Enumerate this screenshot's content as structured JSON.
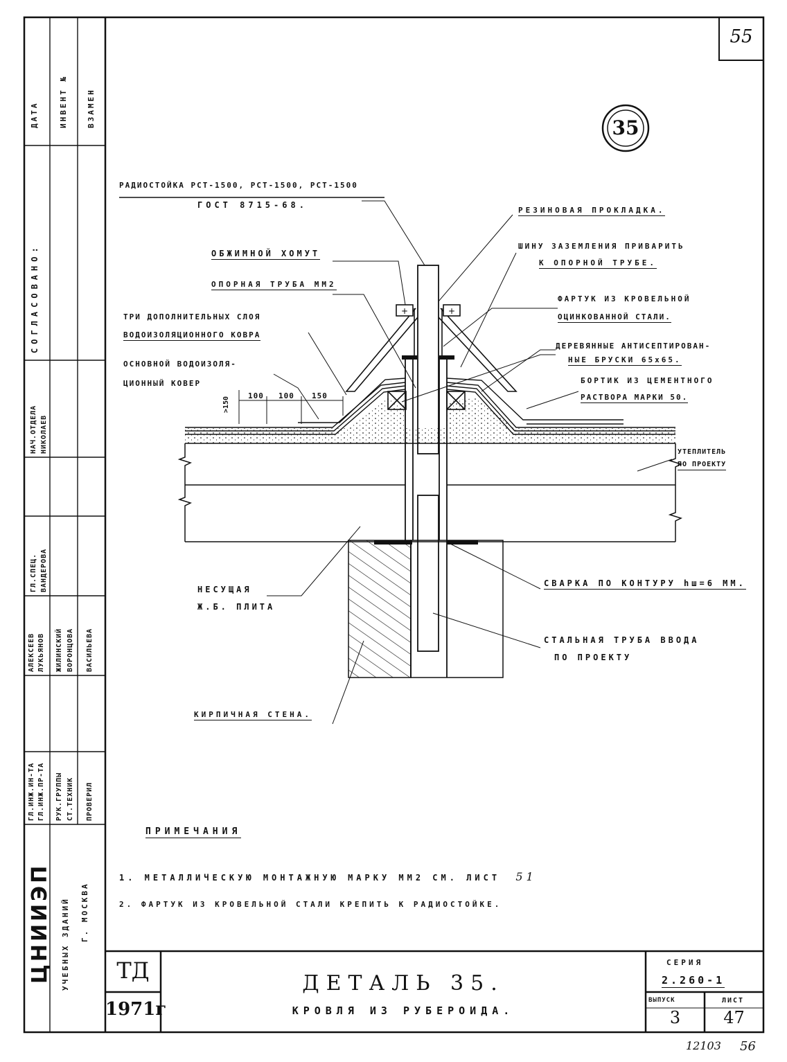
{
  "sheet_corner_number": "55",
  "detail_marker": "35",
  "callouts": {
    "rack": "РАДИОСТОЙКА РСТ-1500, РСТ-1500, РСТ-1500",
    "rack_gost": "ГОСТ 8715-68.",
    "rubber_gasket": "РЕЗИНОВАЯ ПРОКЛАДКА.",
    "clamp": "ОБЖИМНОЙ ХОМУТ",
    "ground_bus_1": "ШИНУ ЗАЗЕМЛЕНИЯ ПРИВАРИТЬ",
    "ground_bus_2": "К ОПОРНОЙ ТРУБЕ.",
    "support_pipe": "ОПОРНАЯ ТРУБА ММ2",
    "apron_1": "ФАРТУК ИЗ КРОВЕЛЬНОЙ",
    "apron_2": "ОЦИНКОВАННОЙ СТАЛИ.",
    "extra_layers_1": "ТРИ ДОПОЛНИТЕЛЬНЫХ СЛОЯ",
    "extra_layers_2": "ВОДОИЗОЛЯЦИОННОГО КОВРА",
    "bars_1": "ДЕРЕВЯННЫЕ АНТИСЕПТИРОВАН-",
    "bars_2": "НЫЕ БРУСКИ 65х65.",
    "main_carpet_1": "ОСНОВНОЙ ВОДОИЗОЛЯ-",
    "main_carpet_2": "ЦИОННЫЙ КОВЕР",
    "curb_1": "БОРТИК ИЗ ЦЕМЕНТНОГО",
    "curb_2": "РАСТВОРА МАРКИ 50.",
    "insulation_1": "УТЕПЛИТЕЛЬ",
    "insulation_2": "ПО ПРОЕКТУ",
    "slab_1": "НЕСУЩАЯ",
    "slab_2": "Ж.Б. ПЛИТА",
    "weld": "СВАРКА ПО КОНТУРУ hш=6 ММ.",
    "steel_pipe_1": "СТАЛЬНАЯ ТРУБА ВВОДА",
    "steel_pipe_2": "ПО ПРОЕКТУ",
    "wall": "КИРПИЧНАЯ СТЕНА.",
    "dim_100a": "100",
    "dim_100b": "100",
    "dim_150": "150",
    "dim_150v": ">150"
  },
  "notes": {
    "title": "ПРИМЕЧАНИЯ",
    "line1": "1. МЕТАЛЛИЧЕСКУЮ МОНТАЖНУЮ МАРКУ ММ2 СМ. ЛИСТ",
    "line1_ref": "51",
    "line2": "2. ФАРТУК ИЗ КРОВЕЛЬНОЙ СТАЛИ КРЕПИТЬ К РАДИОСТОЙКЕ."
  },
  "title_block": {
    "org_code": "ТД",
    "year": "1971г",
    "title_1": "ДЕТАЛЬ 35.",
    "title_2": "КРОВЛЯ ИЗ РУБЕРОИДА.",
    "series_label": "СЕРИЯ",
    "series_value": "2.260-1",
    "issue_label": "ВЫПУСК",
    "issue_value": "3",
    "sheet_label": "ЛИСТ",
    "sheet_value": "47"
  },
  "sidebar": {
    "org_name": "ЦНИИЭП",
    "org_sub": "УЧЕБНЫХ ЗДАНИЙ",
    "org_city": "Г. МОСКВА",
    "col_date": "ДАТА",
    "col_inv": "ИНВЕНТ №",
    "col_replace": "ВЗАМЕН",
    "approved": "СОГЛАСОВАНО:",
    "roles": [
      "ГЛ.ИНЖ.ИН-ТА",
      "ГЛ.ИНЖ.ПР-ТА",
      "РУК.ГРУППЫ",
      "СТ.ТЕХНИК",
      "ПРОВЕРИЛ"
    ],
    "names": [
      "АЛЕКСЕЕВ",
      "ЛУКЬЯНОВ",
      "ЖИЛИНСКИЙ",
      "ВОРОНЦОВА",
      "ВАСИЛЬЕВА"
    ],
    "extra_roles": [
      "НАЧ.ОТДЕЛА",
      "ГЛ.СПЕЦ."
    ],
    "extra_names": [
      "НИКОЛАЕВ",
      "ВАНДЕРОВА"
    ]
  },
  "footer": {
    "order_no": "12103",
    "page_no": "56"
  }
}
